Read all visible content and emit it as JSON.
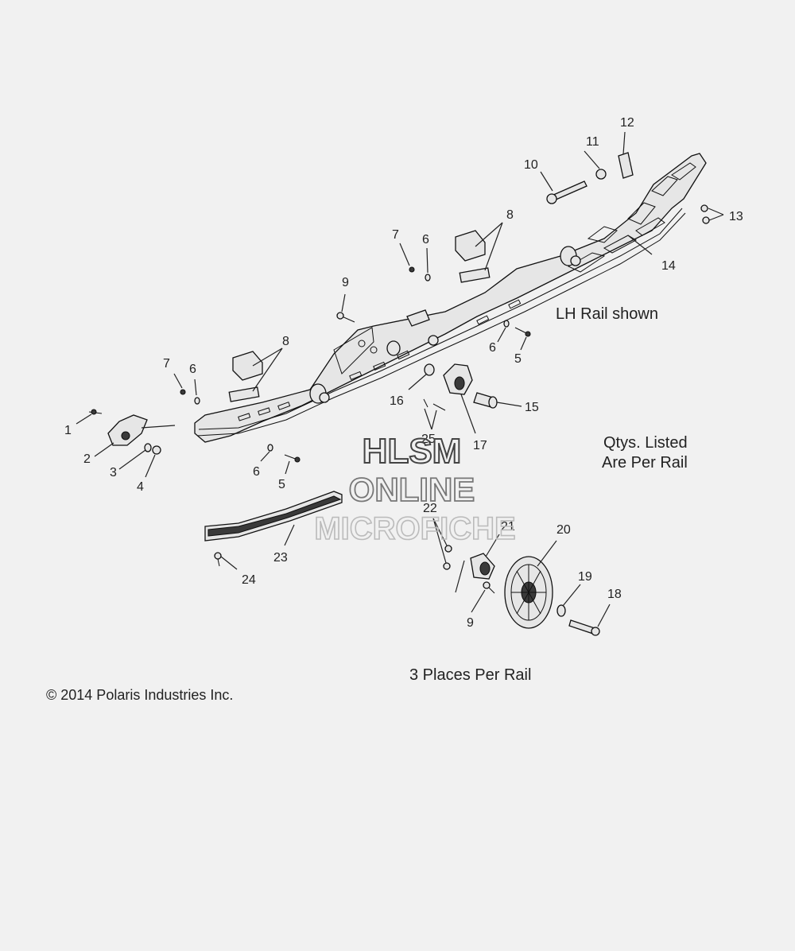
{
  "notes": {
    "rail_side": "LH Rail shown",
    "qty_line1": "Qtys. Listed",
    "qty_line2": "Are Per Rail",
    "places": "3 Places Per Rail",
    "copyright": "© 2014 Polaris Industries Inc."
  },
  "watermark": {
    "line1": "HLSM",
    "line2": "ONLINE",
    "line3": "MICROFICHE"
  },
  "callouts": {
    "c1": "1",
    "c2": "2",
    "c3": "3",
    "c4": "4",
    "c5a": "5",
    "c5b": "5",
    "c6a": "6",
    "c6b": "6",
    "c6c": "6",
    "c6d": "6",
    "c7a": "7",
    "c7b": "7",
    "c8a": "8",
    "c8b": "8",
    "c9a": "9",
    "c9b": "9",
    "c10": "10",
    "c11": "11",
    "c12": "12",
    "c13": "13",
    "c14": "14",
    "c15": "15",
    "c16": "16",
    "c17": "17",
    "c18": "18",
    "c19": "19",
    "c20": "20",
    "c21": "21",
    "c22": "22",
    "c23": "23",
    "c24": "24",
    "c25": "25"
  }
}
